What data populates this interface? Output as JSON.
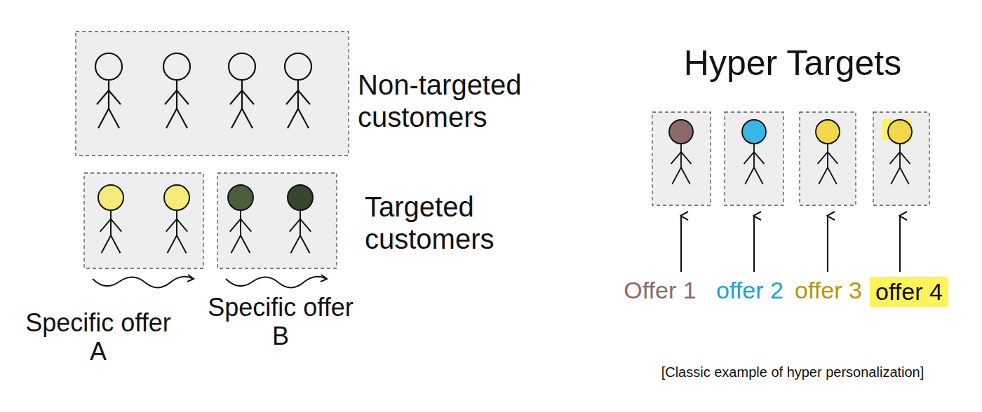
{
  "diagram": {
    "caption": "[Classic example of hyper personalization]",
    "labels": [
      "Non-targeted customers",
      "Targeted customers",
      "Specific offer A",
      "Specific offer B",
      "Hyper Targets",
      "Offer 1",
      "offer 2",
      "offer 3",
      "offer 4"
    ]
  }
}
